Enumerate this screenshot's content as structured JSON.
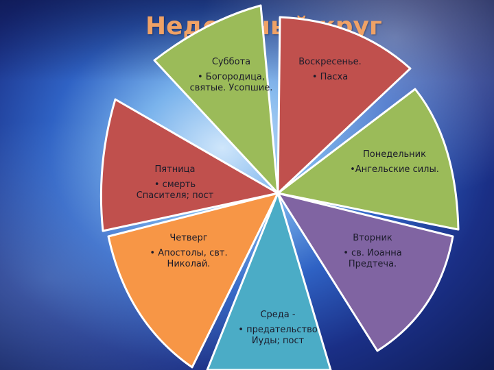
{
  "title": "Недельный круг",
  "colors": {
    "green": "#9bbb59",
    "red": "#c0504d",
    "purple": "#8064a2",
    "teal": "#4bacc6",
    "orange": "#f79646",
    "title": "#f0a266"
  },
  "segments": [
    {
      "day": "Суббота",
      "text": "• Богородица, святые. Усопшие."
    },
    {
      "day": "Воскресенье.",
      "text": "• Пасха"
    },
    {
      "day": "Понедельник",
      "text": "•Ангельские силы."
    },
    {
      "day": "Вторник",
      "text": "• св. Иоанна Предтеча."
    },
    {
      "day": "Среда -",
      "text": "• предательство Иуды; пост"
    },
    {
      "day": "Четверг",
      "text": "• Апостолы, свт. Николай."
    },
    {
      "day": "Пятница",
      "text": "• смерть Спасителя; пост"
    }
  ]
}
